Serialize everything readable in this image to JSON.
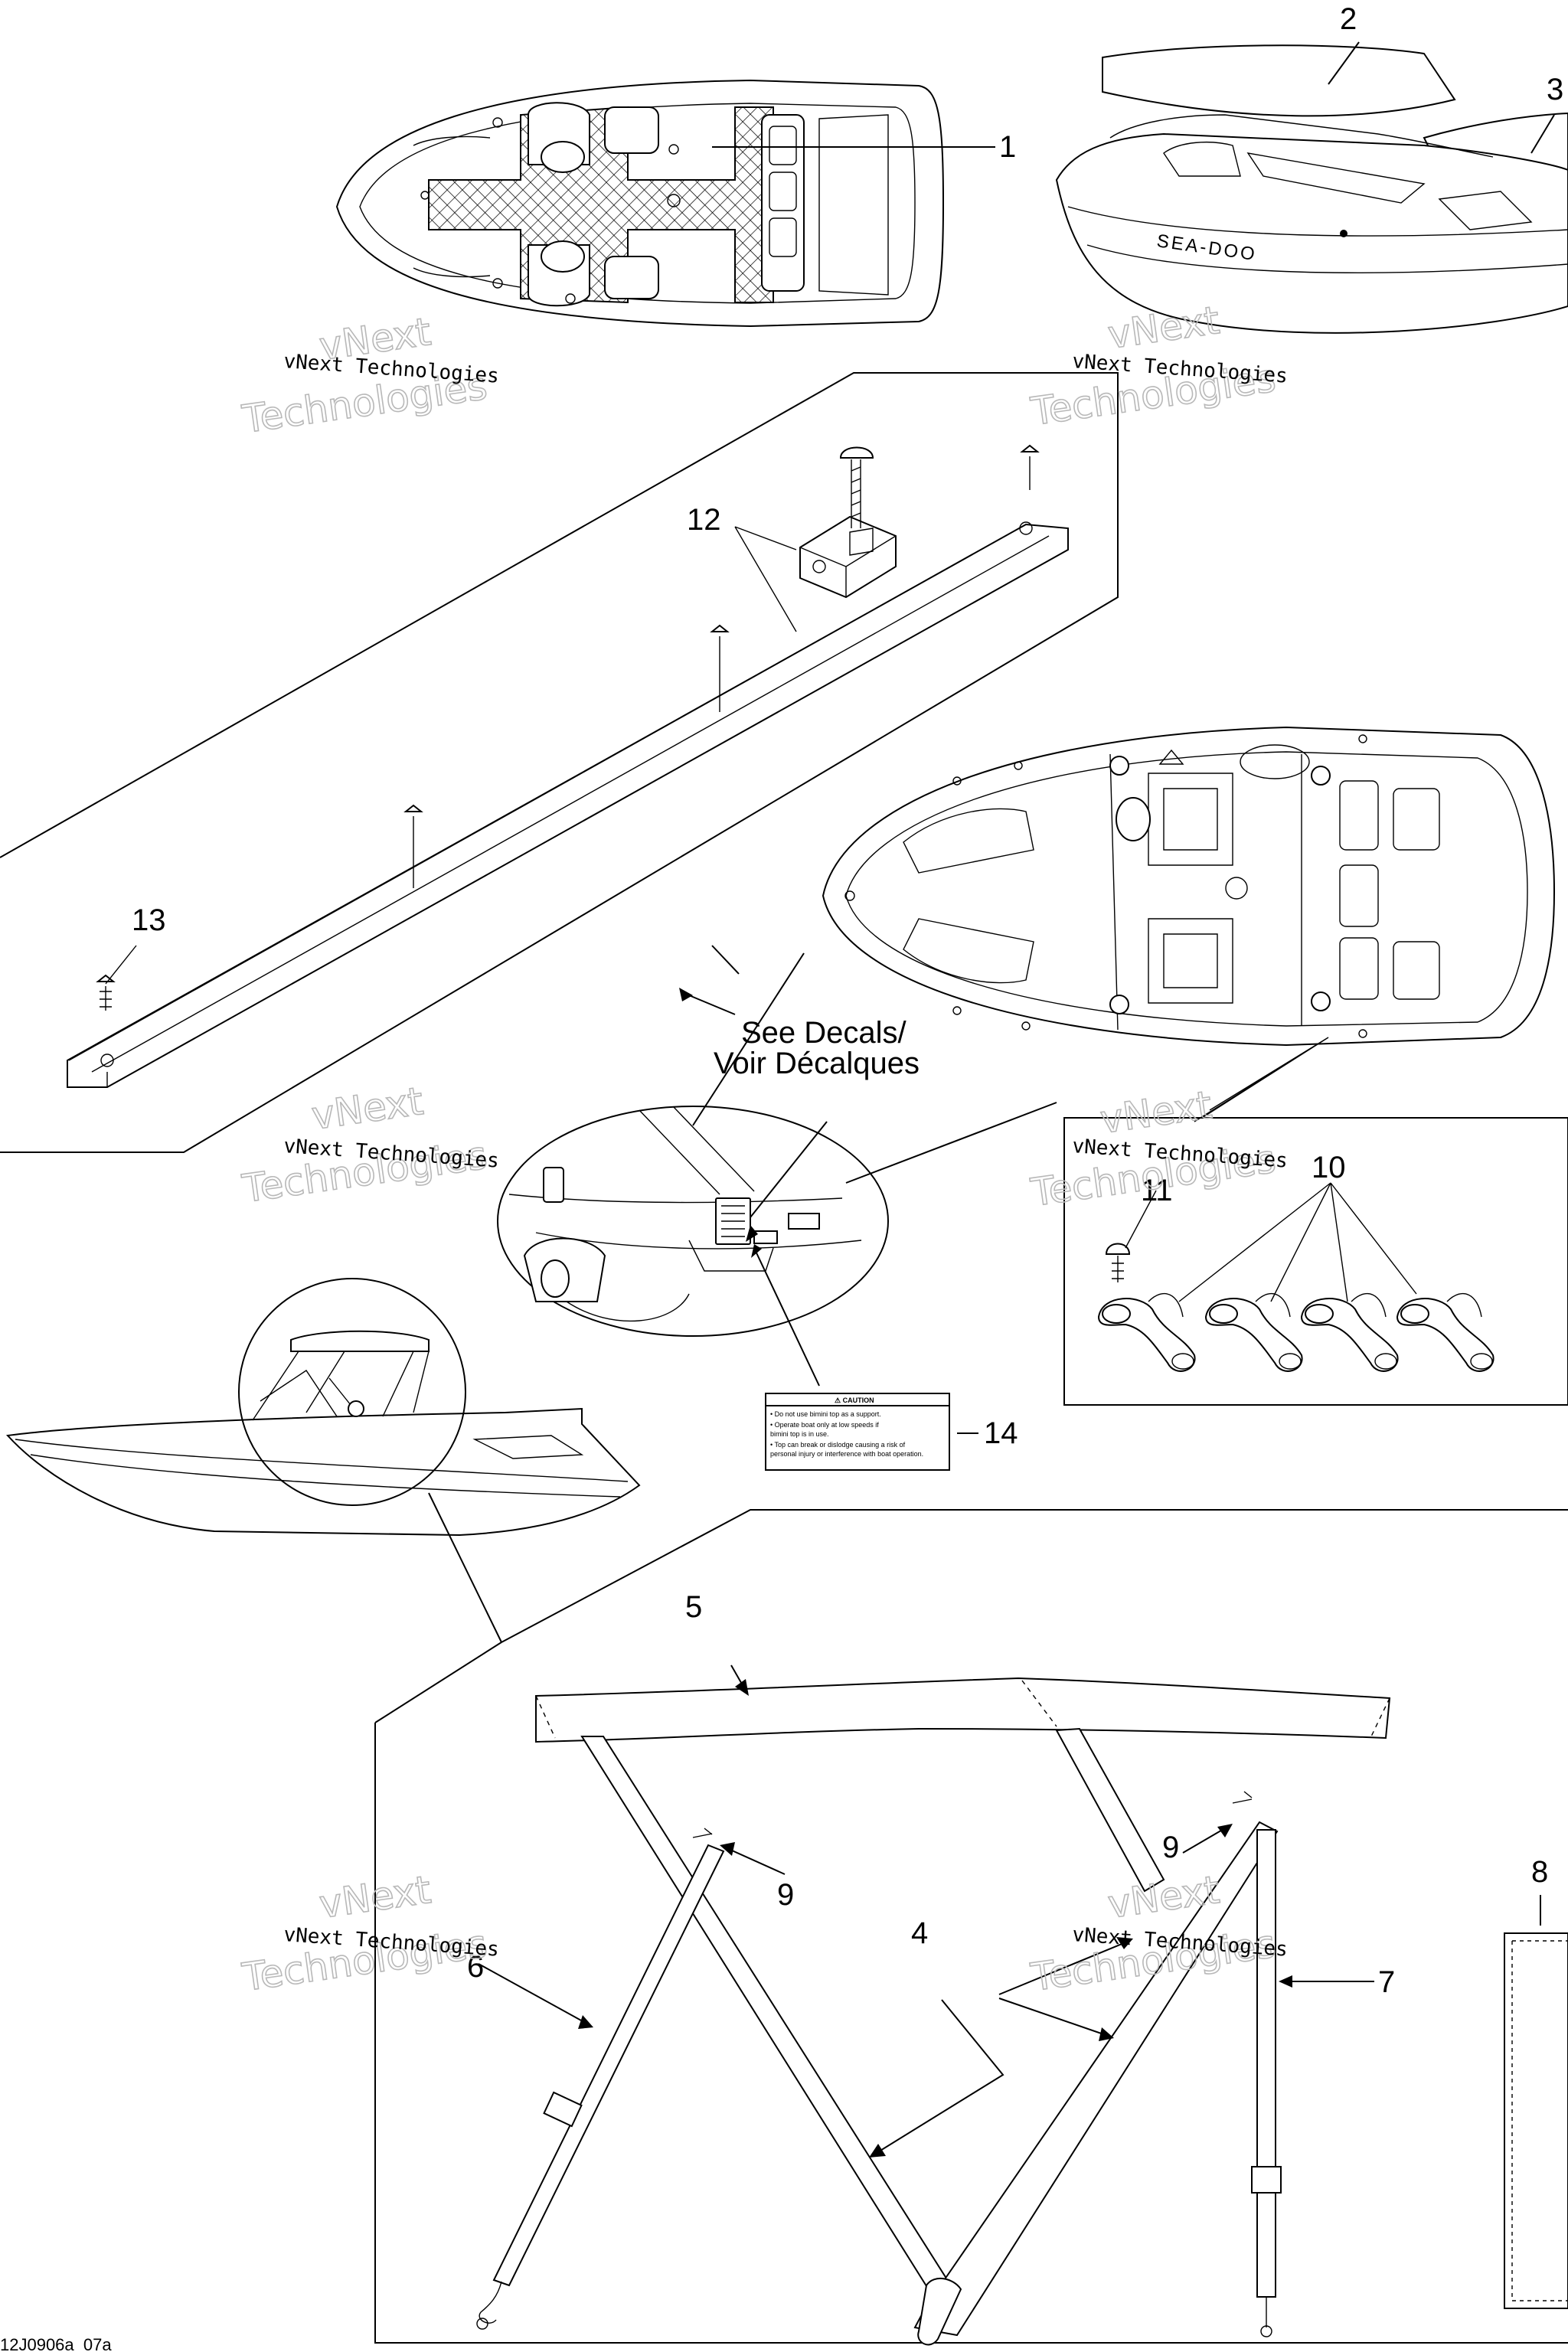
{
  "callouts": {
    "c1": "1",
    "c2": "2",
    "c3": "3",
    "c4": "4",
    "c5": "5",
    "c6": "6",
    "c7": "7",
    "c8": "8",
    "c9a": "9",
    "c9b": "9",
    "c10": "10",
    "c11": "11",
    "c12": "12",
    "c13": "13",
    "c14": "14"
  },
  "notes": {
    "see_decals_line1": "See Decals/",
    "see_decals_line2": "Voir Décalques"
  },
  "decal": {
    "heading": "⚠ CAUTION",
    "lines": [
      "• Do not use bimini top as a support.",
      "• Operate boat only at low speeds if",
      "  bimini top is in use.",
      "• Top can break or dislodge causing a risk of",
      "  personal injury or interference with boat operation."
    ]
  },
  "hull_brand": "SEA-DOO",
  "figure_code": "12J0906a_07a",
  "watermark": {
    "brand_line": "vNext Technologies",
    "big_top": "vNext",
    "big_bottom": "Technologies"
  }
}
